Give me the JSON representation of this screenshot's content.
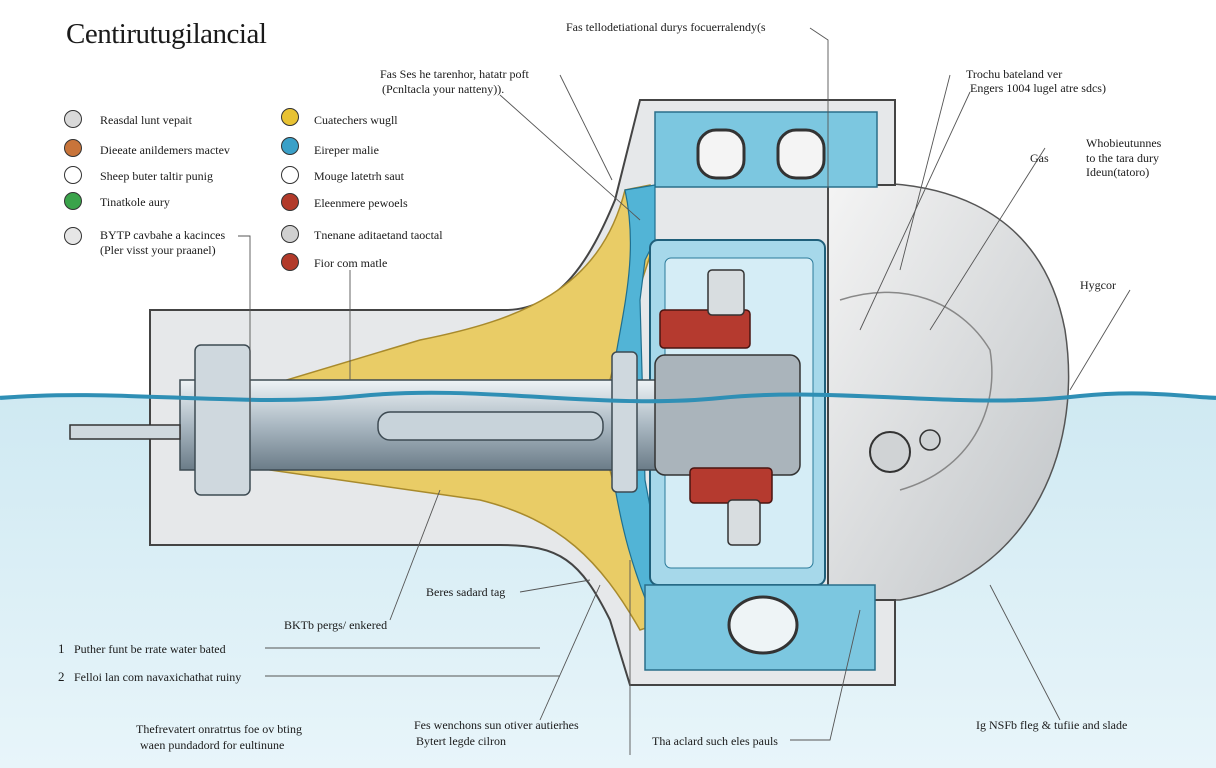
{
  "title": "Centirutugilancial",
  "callouts": {
    "top_center": "Fas tellodetiational durys focuerralendy(s",
    "top_left_1": "Fas Ses he tarenhor, hatatr poft",
    "top_left_2": "(Pcnltacla your natteny)).",
    "top_right_1": "Trochu bateland ver",
    "top_right_2": "Engers 1004 lugel atre sdcs)",
    "right_mid_1": "Whobieutunnes",
    "right_mid_2": "to the tara dury",
    "right_mid_3": "Ideun(tatoro)",
    "right_mid_4": "Gas",
    "hygcor": "Hygcor",
    "bottom_mid": "Beres sadard tag",
    "bottom_left": "BKTb pergs/ enkered",
    "bottom_c1": "Fes wenchons sun otiver autierhes",
    "bottom_c2": "Bytert legde cilron",
    "bottom_c3": "Tha aclard such eles pauls",
    "bottom_right": "Ig NSFb fleg & tufiie and slade",
    "bottom_far_1": "Thefrevatert onratrtus foe ov bting",
    "bottom_far_2": "waen pundadord for eultinune"
  },
  "legend_left": [
    {
      "icon": "valve-icon",
      "label": "Reasdal lunt vepait",
      "color": "#d9d9d9"
    },
    {
      "icon": "flame-icon",
      "label": "Dieeate anildemers mactev",
      "color": "#c8743a"
    },
    {
      "icon": "pin-icon",
      "label": "Sheep buter taltir punig",
      "color": "#ffffff"
    },
    {
      "icon": "leaf-icon",
      "label": "Tinatkole aury",
      "color": "#3aa34a"
    },
    {
      "icon": "gear-icon",
      "label": "BYTP cavbahe a kacinces",
      "color": "#e6e6e6"
    }
  ],
  "legend_left_sub": "(Pler visst your praanel)",
  "legend_right": [
    {
      "icon": "sun-icon",
      "label": "Cuatechers wugll",
      "color": "#e8c233"
    },
    {
      "icon": "wave-icon",
      "label": "Eireper malie",
      "color": "#3aa0c8"
    },
    {
      "icon": "bolt-icon",
      "label": "Mouge latetrh saut",
      "color": "#ffffff"
    },
    {
      "icon": "shield-icon",
      "label": "Eleenmere pewoels",
      "color": "#b23a2a"
    },
    {
      "icon": "grid-icon",
      "label": "Tnenane aditaetand taoctal",
      "color": "#d0d0d0"
    },
    {
      "icon": "home-icon",
      "label": "Fior com matle",
      "color": "#b23a2a"
    }
  ],
  "numbered": [
    {
      "n": "1",
      "label": "Puther funt be rrate water bated"
    },
    {
      "n": "2",
      "label": "Felloi lan com navaxichathat ruiny"
    }
  ],
  "colors": {
    "water": "#bfe3ee",
    "water_line": "#2f8fb5",
    "yellow": "#e9cc66",
    "blue": "#52b4d6",
    "red": "#b53a2f",
    "grey": "#d6d8da"
  }
}
